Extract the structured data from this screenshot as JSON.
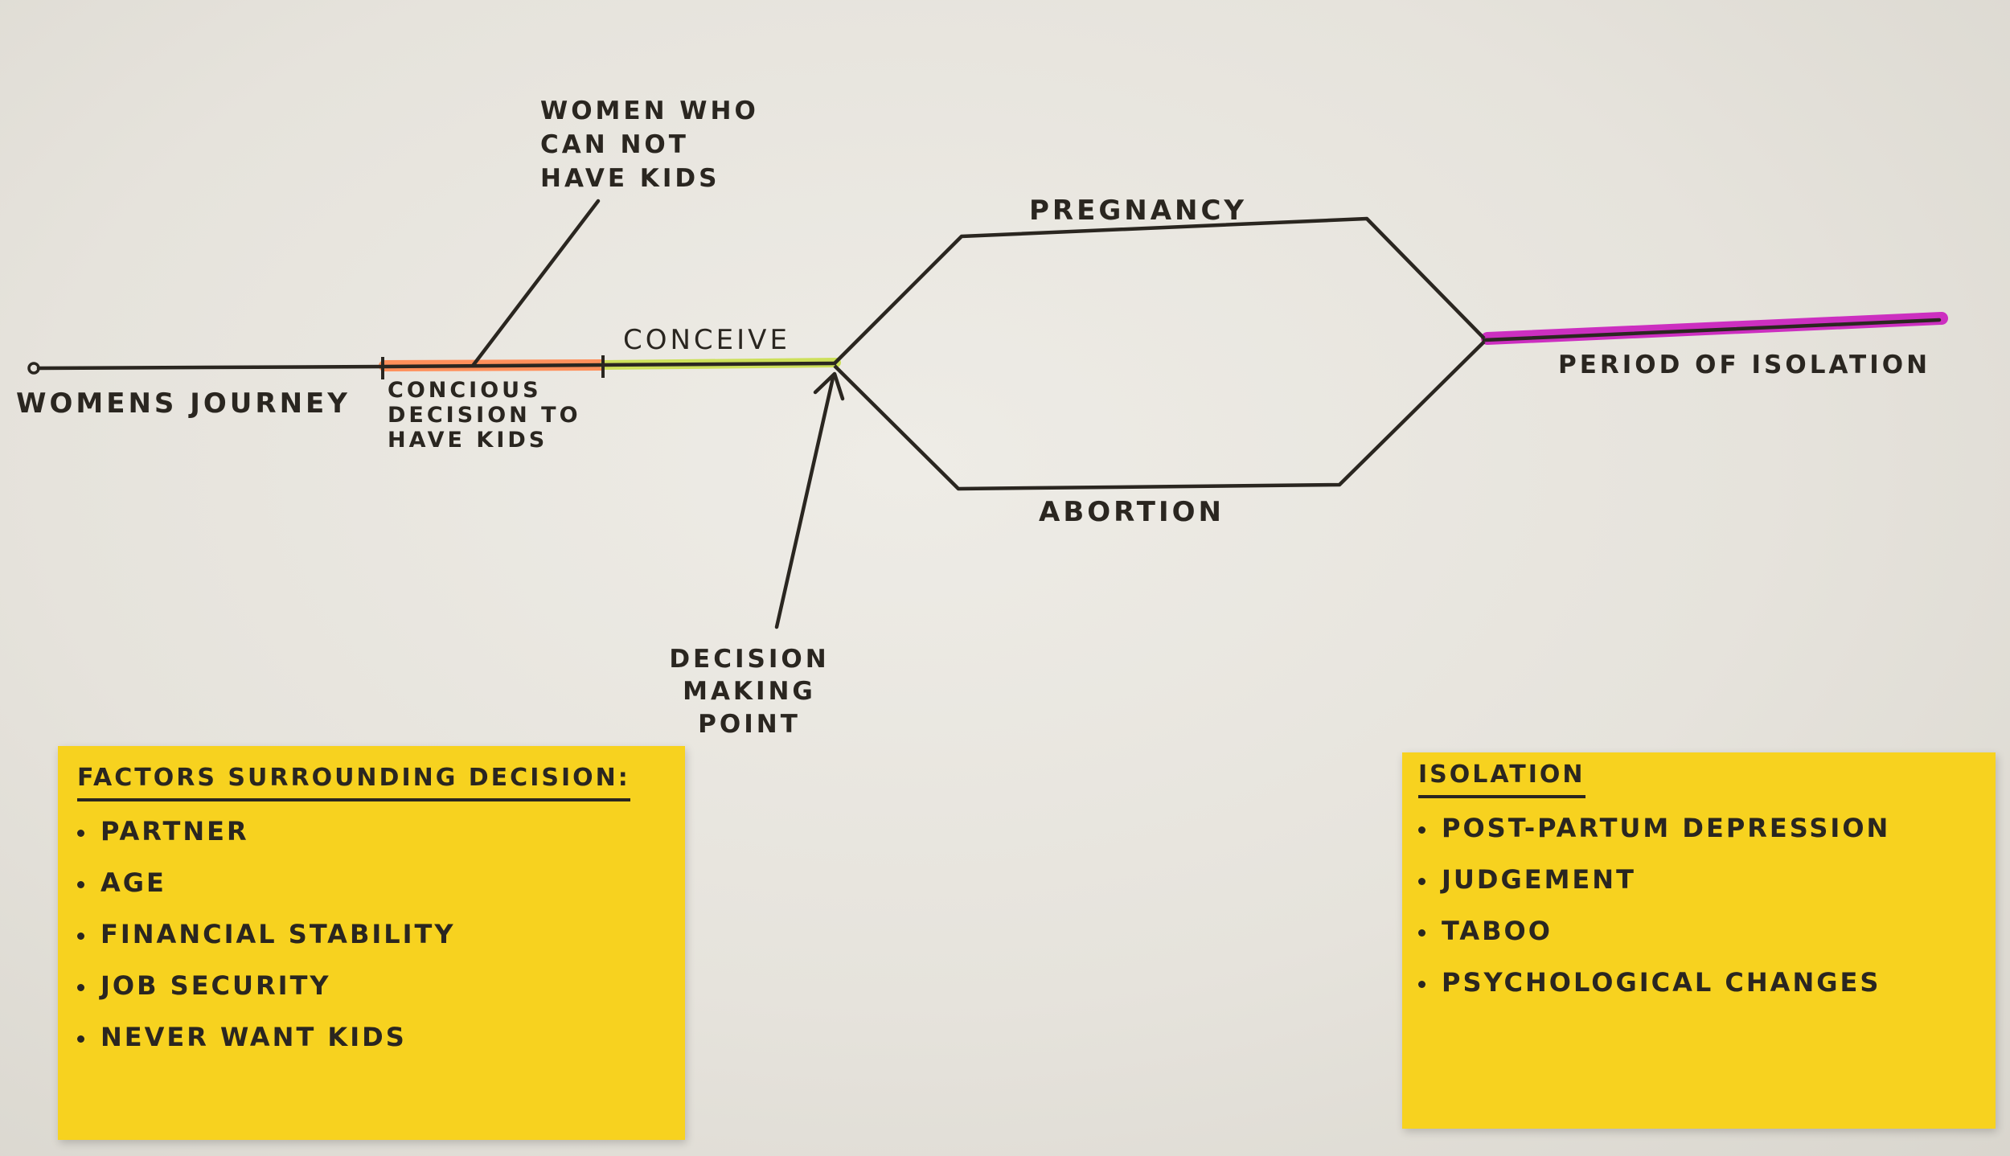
{
  "diagram": {
    "start_label": "WOMENS JOURNEY",
    "decision_segment_label": "CONCIOUS DECISION TO HAVE KIDS",
    "cannot_have_kids_label": "WOMEN WHO CAN NOT HAVE KIDS",
    "conceive_label": "CONCEIVE",
    "decision_point_label": "DECISION MAKING POINT",
    "branch_upper_label": "PREGNANCY",
    "branch_lower_label": "ABORTION",
    "end_label": "PERIOD OF ISOLATION",
    "colors": {
      "ink": "#2a2620",
      "decision_highlight": "#ff8f5a",
      "conceive_highlight": "#cde05a",
      "isolation_highlight": "#cc2fc0",
      "sticky_note": "#f7d21f"
    }
  },
  "notes": {
    "factors": {
      "title": "FACTORS SURROUNDING DECISION:",
      "items": [
        "PARTNER",
        "AGE",
        "FINANCIAL STABILITY",
        "JOB SECURITY",
        "NEVER WANT KIDS"
      ]
    },
    "isolation": {
      "title": "ISOLATION",
      "items": [
        "POST-PARTUM DEPRESSION",
        "JUDGEMENT",
        "TABOO",
        "PSYCHOLOGICAL CHANGES"
      ]
    }
  }
}
